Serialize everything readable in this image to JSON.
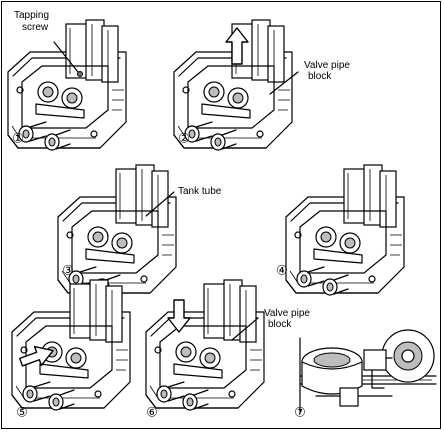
{
  "labels": {
    "tapping_screw_line1": "Tapping",
    "tapping_screw_line2": "screw",
    "valve_pipe_block_a_line1": "Valve pipe",
    "valve_pipe_block_a_line2": "block",
    "tank_tube": "Tank tube",
    "valve_pipe_block_b_line1": "Valve pipe",
    "valve_pipe_block_b_line2": "block"
  },
  "steps": [
    "①",
    "②",
    "③",
    "④",
    "⑤",
    "⑥",
    "⑦"
  ]
}
